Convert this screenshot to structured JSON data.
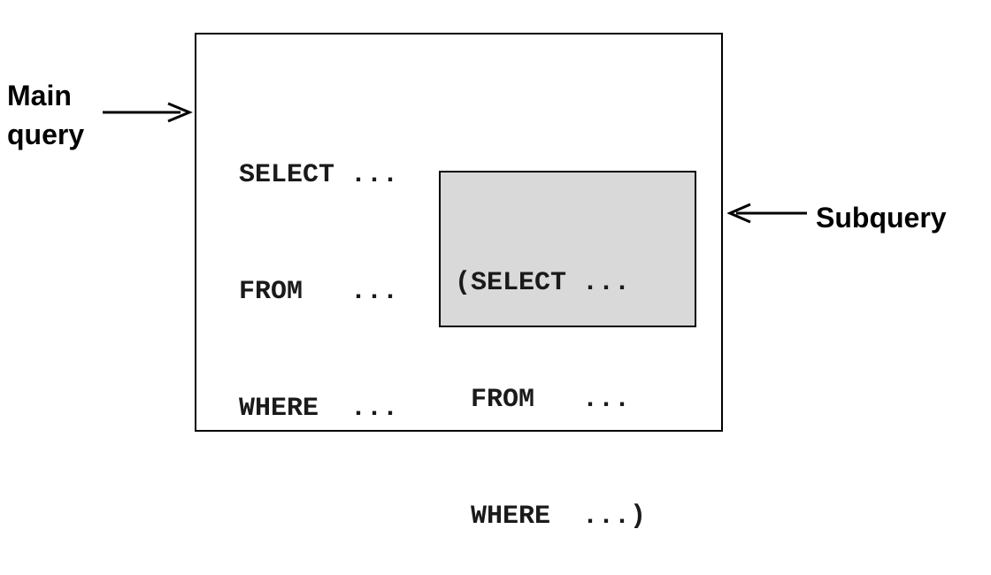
{
  "labels": {
    "main_line1": "Main",
    "main_line2": "query",
    "subquery": "Subquery"
  },
  "main_query": {
    "lines": [
      "SELECT ...",
      "FROM   ...",
      "WHERE  ..."
    ]
  },
  "subquery": {
    "lines": [
      "(SELECT ...",
      " FROM   ...",
      " WHERE  ...)"
    ]
  },
  "colors": {
    "subquery_fill": "#d9d9d9",
    "border": "#000000"
  }
}
